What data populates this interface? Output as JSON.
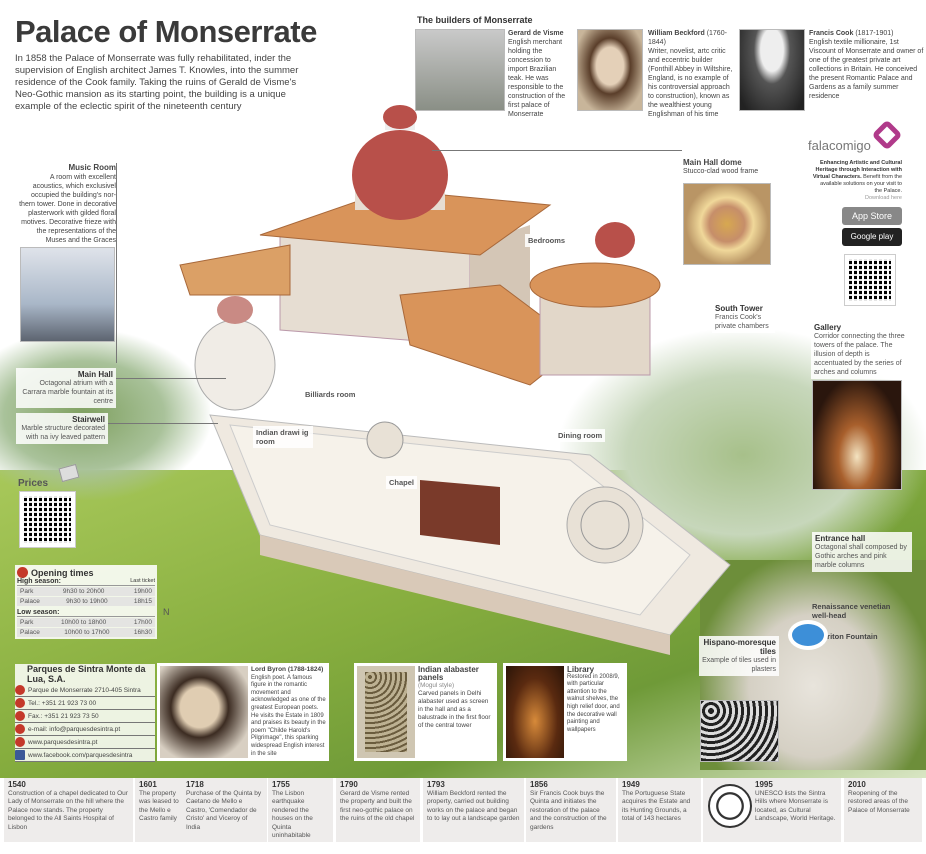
{
  "title": "Palace of Monserrate",
  "intro": "In 1858 the Palace of Monserrate was fully rehabilitated, inder the supervision of English architect James T. Knowles, into the summer residence of the Cook family. Taking the ruins of Gerald de Visme's Neo-Gothic mansion as its starting point, the building is a unique example of the eclectic spirit of the nineteenth century",
  "builders": {
    "header": "The builders of Monserrate",
    "items": [
      {
        "name": "Gerard de Visme",
        "dates": "",
        "text": "English merchant holding the concession to import Brazilian teak. He was responsible to the construction of the first palace of Monserrate"
      },
      {
        "name": "William Beckford",
        "dates": "(1760-1844)",
        "text": "Writer, novelist, artc critic and eccentric builder (Fonthill Abbey in Wiltshire, England, is no example of his controversial approach to construction), known as the wealthiest young Englishman of his time"
      },
      {
        "name": "Francis Cook",
        "dates": "(1817-1901)",
        "text": "English textile millionaire, 1st Viscount of Monserrate and owner of one of the greatest private art collections in Britain. He conceived the present Romantic Palace and Gardens as a family summer residence"
      }
    ]
  },
  "falacomigo": {
    "logo": "falacomigo",
    "tagline": "Enhancing Artistic and Cultural Heritage through Interaction with Virtual Characters.",
    "benefit": "Benefit from the available solutions on your visit to the Palace.",
    "download": "Download here",
    "appstore": "App Store",
    "googleplay": "Google play"
  },
  "rooms": {
    "music": {
      "title": "Music Room",
      "text": "A room with excellent acoustics, which exclusivel occupied the building's nor- thern tower. Done in decorative plasterwork with gilded floral motives. Decorative frieze with the representations of the Muses and the Graces"
    },
    "mainhall": {
      "title": "Main Hall",
      "text": "Octagonal atrium with a Carrara marble fountain at its centre"
    },
    "stairwell": {
      "title": "Stairwell",
      "text": "Marble structure decorated with na ivy leaved pattern"
    },
    "dome": {
      "title": "Main Hall dome",
      "text": "Stucco-clad wood frame"
    },
    "southtower": {
      "title": "South Tower",
      "text": "Francis Cook's private chambers"
    },
    "gallery": {
      "title": "Gallery",
      "text": "Corridor connecting the three towers of the palace. The illusion of depth is accentuated by the series of arches and columns"
    },
    "entrance": {
      "title": "Entrance hall",
      "text": "Octagonal shall composed by Gothic arches and pink marble columns"
    },
    "renaissance": "Renaissance venetian well-head",
    "triton": "Triton Fountain",
    "hispano": {
      "title": "Hispano-moresque tiles",
      "text": "Example of tiles used in plasters"
    },
    "bedrooms": "Bedrooms",
    "billiards": "Billiards room",
    "indian_drawing": "Indian drawi ig room",
    "chapel": "Chapel",
    "dining": "Dining room"
  },
  "prices": "Prices",
  "opening": {
    "title": "Opening times",
    "high": "High season:",
    "last": "Last ticket",
    "low": "Low season:",
    "rows_high": [
      [
        "Park",
        "9h30 to 20h00",
        "19h00"
      ],
      [
        "Palace",
        "9h30 to 19h00",
        "18h15"
      ]
    ],
    "rows_low": [
      [
        "Park",
        "10h00 to 18h00",
        "17h00"
      ],
      [
        "Palace",
        "10h00 to 17h00",
        "16h30"
      ]
    ]
  },
  "contact": {
    "org": "Parques de Sintra Monte da Lua, S.A.",
    "address": "Parque de Monserrate 2710-405 Sintra",
    "tel": "Tel.: +351 21 923 73 00",
    "fax": "Fax.: +351 21 923 73 50",
    "email": "e-mail: info@parquesdesintra.pt",
    "web": "www.parquesdesintra.pt",
    "facebook": "www.facebook.com/parquesdesintra"
  },
  "cards": {
    "byron": {
      "title": "Lord Byron (1788-1824)",
      "text": "English poet. A famous figure in the romantic movement and acknowledged as one of the greatest European poets. He visits the Estate in 1809 and praises its beauty in the poem \"Childe Harold's Pilgrimage\", this sparking widespread English interest in the site"
    },
    "alabaster": {
      "title": "Indian alabaster panels",
      "sub": "(Mogul style)",
      "text": "Carved panels in Delhi alabaster used as screen in the hall and as a balustrade in the first floor of the central tower"
    },
    "library": {
      "title": "Library",
      "text": "Restored in 2008/9, with particular attention to the walnut shelves, the high relief door, and the decorative wall painting and wallpapers"
    }
  },
  "timeline": [
    {
      "year": "1540",
      "text": "Construction of a chapel dedicated to Our Lady of Monserrate on the hill where the Palace now stands. The property belonged to the All Saints Hospital of Lisbon"
    },
    {
      "year": "1601",
      "text": "The property was leased to the Mello e Castro family"
    },
    {
      "year": "1718",
      "text": "Purchase of the Quinta by Caetano de Mello e Castro, 'Comendador de Cristo' and Viceroy of India"
    },
    {
      "year": "1755",
      "text": "The Lisbon earthquake rendered the houses on the Quinta uninhabitable"
    },
    {
      "year": "1790",
      "text": "Gerard de Visme rented the property and built the first neo-gothic palace on the ruins of the old chapel"
    },
    {
      "year": "1793",
      "text": "William Beckford rented the property, carried out building works on the palace and began to to lay out a landscape garden"
    },
    {
      "year": "1856",
      "text": "Sir Francis Cook buys the Quinta and initiates the restoration of the palace and the construction of the gardens"
    },
    {
      "year": "1949",
      "text": "The Portuguese State acquires the Estate and its Hunting Grounds, a total of 143 hectares"
    },
    {
      "year": "1995",
      "text": "UNESCO lists the Sintra Hills where Monserrate is located, as Cultural Landscape, World Heritage."
    },
    {
      "year": "2010",
      "text": "Reopening of the restored areas of the Palace of Monserrate"
    }
  ],
  "compass": "N",
  "colors": {
    "roof": "#d9945a",
    "dome": "#b8504a",
    "wall": "#e6ddd2",
    "green": "#8fb54a",
    "accent": "#c4382a"
  }
}
